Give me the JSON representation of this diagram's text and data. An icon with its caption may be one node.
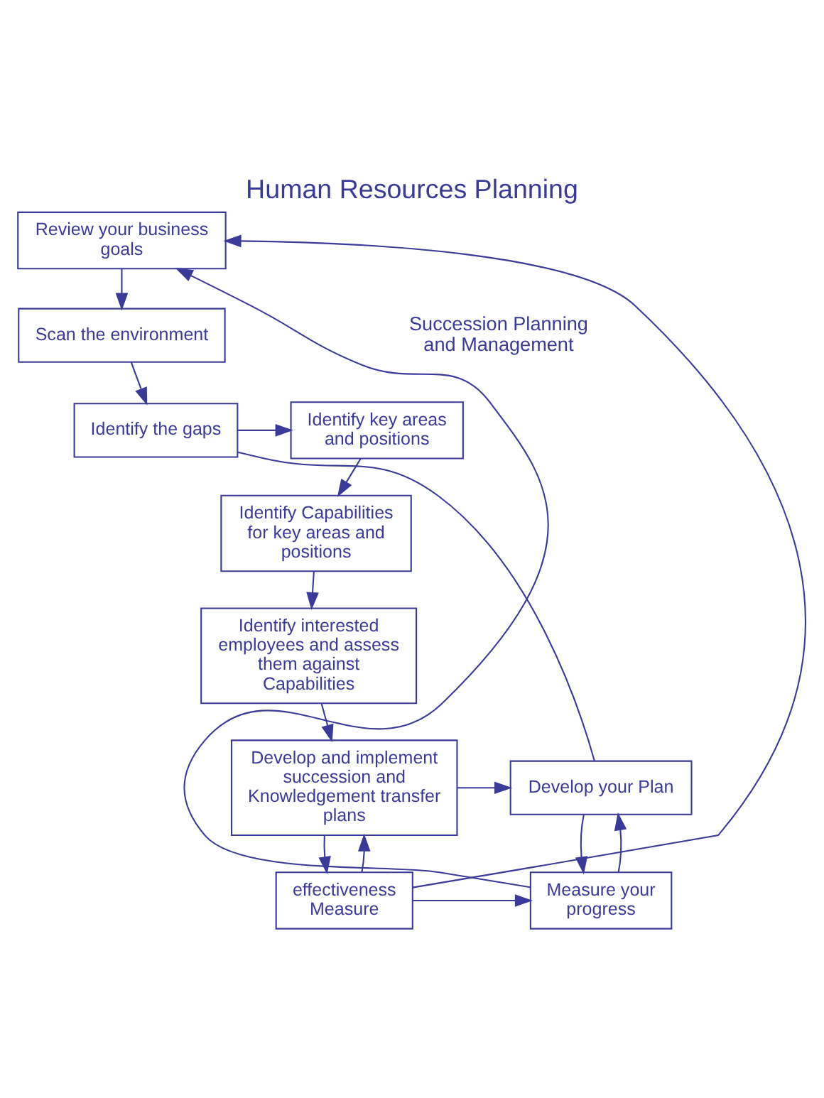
{
  "diagram": {
    "title": "Human Resources Planning",
    "nodes": [
      {
        "text": [
          "Review your business goals"
        ]
      },
      {
        "text": [
          "Scan the environment"
        ]
      },
      {
        "text": [
          "Identify the gaps"
        ]
      },
      {
        "text": [
          "Identify key areas and positions"
        ]
      },
      {
        "text": [
          "Identify Capabilities for key areas and positions"
        ]
      },
      {
        "text": [
          "Identify interested employees and assess them against Capabilities"
        ]
      },
      {
        "text": [
          "Develop and implement succession and Knowledgement transfer plans"
        ]
      },
      {
        "text": [
          "Develop your Plan"
        ]
      },
      {
        "text": [
          "Measure your progress"
        ]
      },
      {
        "text": [
          "effectiveness Measure"
        ]
      }
    ],
    "edges": [
      {
        "from": 0,
        "to": 1,
        "arrow": "to"
      },
      {
        "from": 1,
        "to": 2,
        "arrow": "to"
      },
      {
        "from": 2,
        "to": 3,
        "arrow": "to"
      },
      {
        "from": 3,
        "to": 4,
        "arrow": "to"
      },
      {
        "from": 4,
        "to": 5,
        "arrow": "to"
      },
      {
        "from": 5,
        "to": 6,
        "arrow": "to"
      },
      {
        "from": 2,
        "to": 7,
        "arrow": "none"
      },
      {
        "from": 6,
        "to": 7,
        "arrow": "to"
      },
      {
        "from": 7,
        "to": 8,
        "arrow": "to"
      },
      {
        "from": 8,
        "to": 7,
        "arrow": "to"
      },
      {
        "from": 6,
        "to": 9,
        "arrow": "to"
      },
      {
        "from": 9,
        "to": 6,
        "arrow": "to"
      },
      {
        "from": 9,
        "to": 8,
        "arrow": "to"
      },
      {
        "from": 8,
        "to": 0,
        "arrow": "to"
      },
      {
        "from": 9,
        "to": 0,
        "arrow": "to"
      }
    ],
    "labels": [
      "Succession Planning and Management"
    ]
  }
}
